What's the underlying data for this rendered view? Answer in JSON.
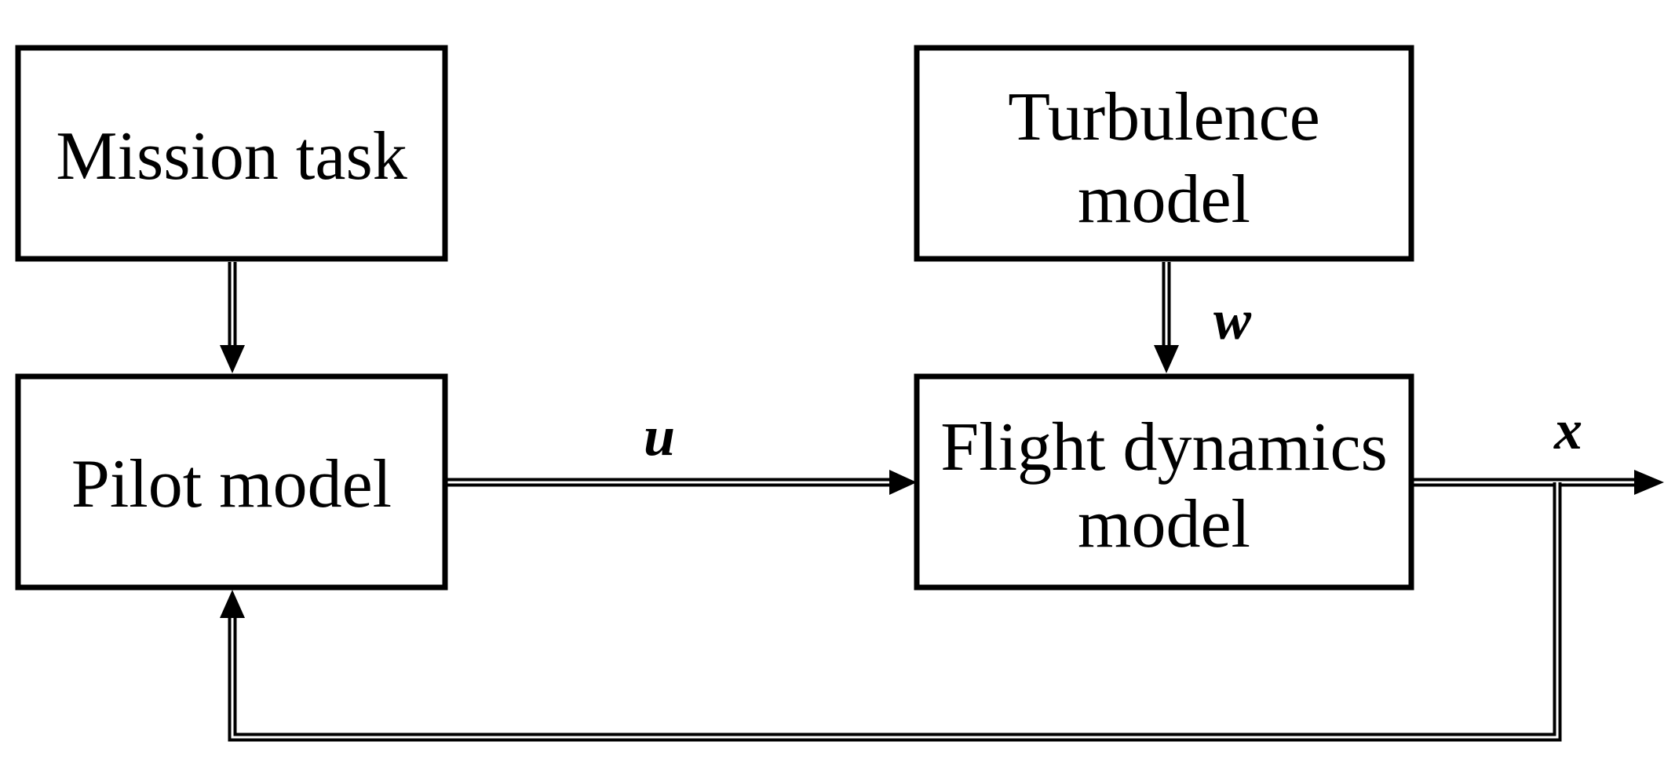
{
  "diagram": {
    "blocks": {
      "mission_task": {
        "line1": "Mission task"
      },
      "turbulence_model": {
        "line1": "Turbulence",
        "line2": "model"
      },
      "pilot_model": {
        "line1": "Pilot model"
      },
      "flight_dynamics_model": {
        "line1": "Flight dynamics",
        "line2": "model"
      }
    },
    "signals": {
      "control_input": "u",
      "turbulence": "w",
      "state": "x"
    },
    "colors": {
      "stroke": "#000000",
      "background": "#ffffff"
    }
  }
}
